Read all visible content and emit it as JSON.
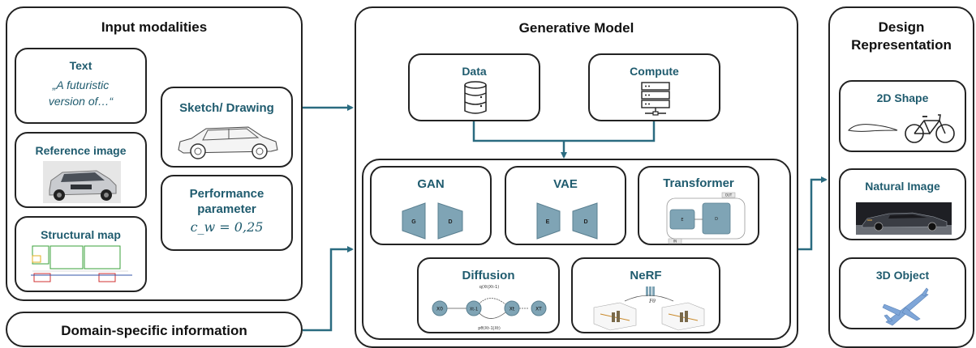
{
  "input": {
    "title": "Input modalities",
    "text_card": {
      "title": "Text",
      "quote_line1": "„A futuristic",
      "quote_line2": "version of…“"
    },
    "reference_card": {
      "title": "Reference image"
    },
    "structural_card": {
      "title": "Structural map"
    },
    "sketch_card": {
      "title": "Sketch/ Drawing"
    },
    "performance_card": {
      "title_line1": "Performance",
      "title_line2": "parameter",
      "formula": "c_w = 0,25"
    }
  },
  "domain": {
    "title": "Domain-specific information"
  },
  "model": {
    "title": "Generative Model",
    "data_label": "Data",
    "compute_label": "Compute",
    "gan": {
      "title": "GAN",
      "left": "G",
      "right": "D"
    },
    "vae": {
      "title": "VAE",
      "left": "E",
      "right": "D"
    },
    "transformer": {
      "title": "Transformer",
      "out": "OUT",
      "e": "E",
      "d": "D",
      "in": "IN"
    },
    "diffusion": {
      "title": "Diffusion",
      "x0": "X0",
      "xt1": "Xt-1",
      "xt": "Xt",
      "xT": "XT",
      "q": "q(Xt|Xt-1)",
      "p": "pθ(Xt-1|Xt)"
    },
    "nerf": {
      "title": "NeRF",
      "f": "Fθ"
    }
  },
  "output": {
    "title_line1": "Design",
    "title_line2": "Representation",
    "shape2d": "2D Shape",
    "natural": "Natural Image",
    "object3d": "3D Object"
  },
  "colors": {
    "accent": "#1f5b6e",
    "arrow": "#2a6b80",
    "block_fill": "#7fa4b5",
    "structural_green": "#3aa03a",
    "structural_red": "#d03030",
    "plane": "#7fa6d8"
  }
}
